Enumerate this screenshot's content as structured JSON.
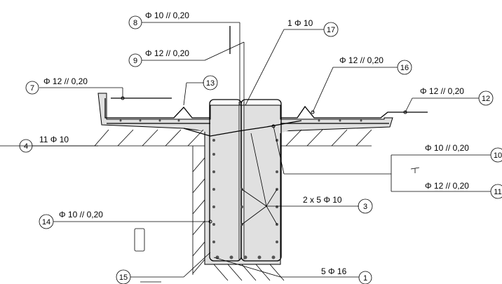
{
  "labels": [
    {
      "id": "l8",
      "num": "8",
      "text": "Φ 10 // 0,20"
    },
    {
      "id": "l9",
      "num": "9",
      "text": "Φ 12 // 0,20"
    },
    {
      "id": "l17",
      "num": "17",
      "text": "1 Φ 10"
    },
    {
      "id": "l7",
      "num": "7",
      "text": "Φ 12 // 0,20"
    },
    {
      "id": "l13",
      "num": "13",
      "text": ""
    },
    {
      "id": "l16",
      "num": "16",
      "text": "Φ 12 // 0,20"
    },
    {
      "id": "l12",
      "num": "12",
      "text": "Φ 12 // 0,20"
    },
    {
      "id": "l4",
      "num": "4",
      "text": "11 Φ 10"
    },
    {
      "id": "l10",
      "num": "10",
      "text": "Φ 10 // 0,20"
    },
    {
      "id": "l11",
      "num": "11",
      "text": "Φ 12 // 0,20"
    },
    {
      "id": "l3",
      "num": "3",
      "text": "2 x 5 Φ 10"
    },
    {
      "id": "l14",
      "num": "14",
      "text": "Φ 10 // 0,20"
    },
    {
      "id": "l15",
      "num": "15",
      "text": ""
    },
    {
      "id": "l1",
      "num": "1",
      "text": "5 Φ 16"
    }
  ],
  "colors": {
    "concrete": "#e0e0e0",
    "line": "#000000"
  }
}
